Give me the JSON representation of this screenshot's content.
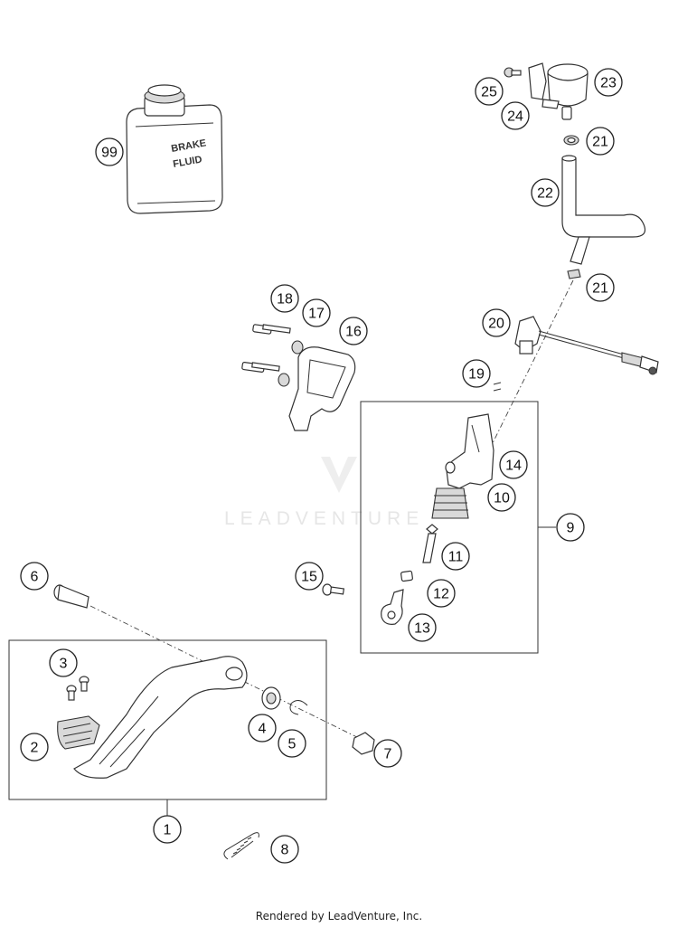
{
  "watermark": "LEADVENTURE",
  "bottle_label": {
    "line1": "BRAKE",
    "line2": "FLUID"
  },
  "callouts": [
    "99",
    "23",
    "25",
    "24",
    "21",
    "22",
    "21",
    "18",
    "17",
    "16",
    "20",
    "19",
    "14",
    "10",
    "9",
    "11",
    "12",
    "13",
    "6",
    "15",
    "3",
    "2",
    "4",
    "5",
    "7",
    "1",
    "8"
  ],
  "footer": "Rendered by LeadVenture, Inc."
}
